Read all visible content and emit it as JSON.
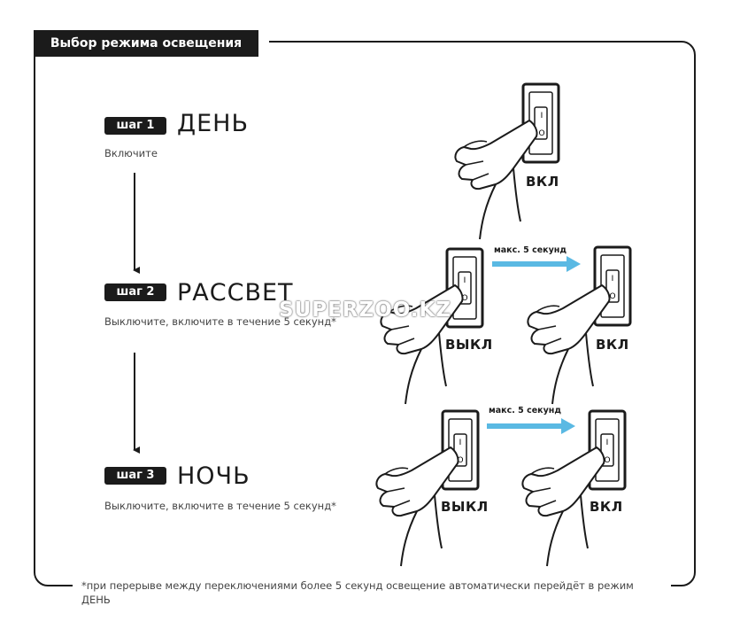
{
  "header": {
    "title": "Выбор режима освещения"
  },
  "steps": [
    {
      "badge": "шаг 1",
      "title": "ДЕНЬ",
      "description": "Включите"
    },
    {
      "badge": "шаг 2",
      "title": "РАССВЕТ",
      "description": "Выключите, включите в течение 5 секунд*"
    },
    {
      "badge": "шаг 3",
      "title": "НОЧЬ",
      "description": "Выключите, включите в течение 5 секунд*"
    }
  ],
  "illustrations": {
    "on_label": "ВКЛ",
    "off_label": "ВЫКЛ",
    "arrow_label": "макс. 5 секунд",
    "switch_on_mark": "I",
    "switch_off_mark": "O",
    "arrow_color": "#5ab9e3"
  },
  "footnote": "*при перерыве между переключениями более 5 секунд освещение автоматически перейдёт в режим ДЕНЬ",
  "watermark": "SUPERZOO.KZ"
}
